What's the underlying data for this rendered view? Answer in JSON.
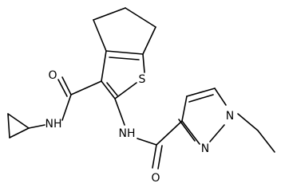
{
  "atoms": {
    "amide_oxygen_top": "O",
    "amide_nitrogen_left": "NH",
    "thiophene_sulfur": "S",
    "amide_nitrogen_bottom": "NH",
    "pyrazole_nitrogen_1": "N",
    "pyrazole_nitrogen_2": "N",
    "amide_oxygen_bottom": "O"
  }
}
